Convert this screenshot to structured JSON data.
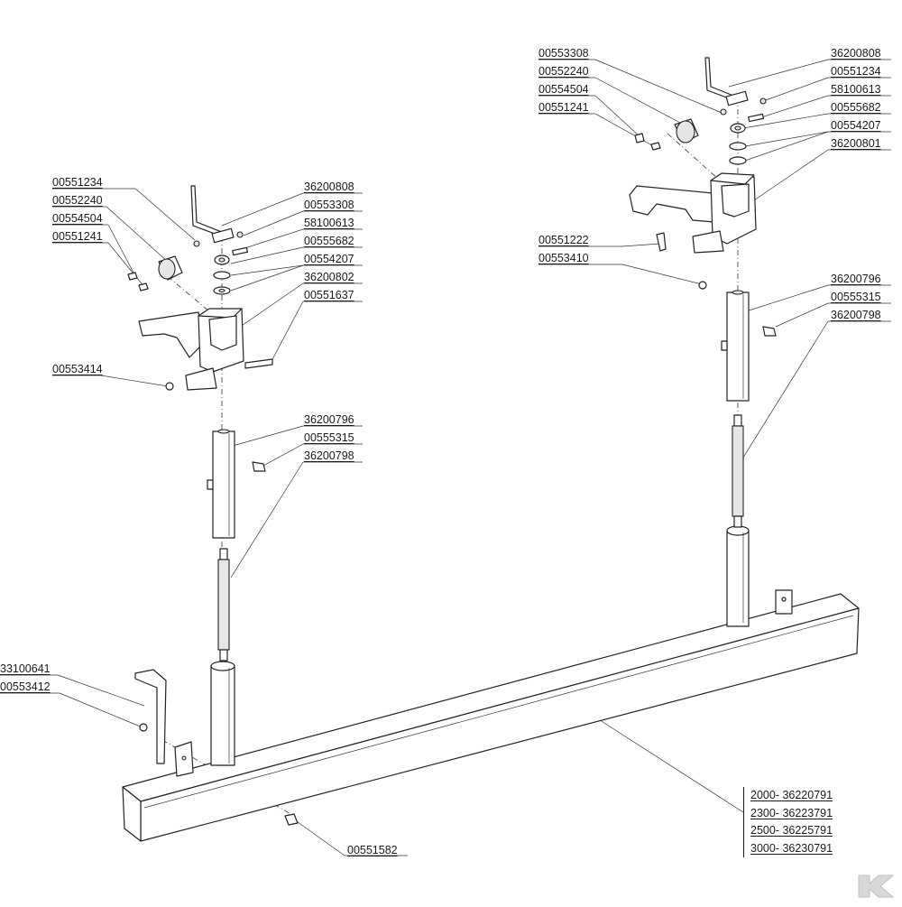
{
  "left_assembly_labels": {
    "l1": "00551234",
    "l2": "00552240",
    "l3": "00554504",
    "l4": "00551241",
    "l5": "00553414",
    "r1": "36200808",
    "r2": "00553308",
    "r3": "58100613",
    "r4": "00555682",
    "r5": "00554207",
    "r6": "36200802",
    "r7": "00551637",
    "r8": "36200796",
    "r9": "00555315",
    "r10": "36200798"
  },
  "right_assembly_labels": {
    "l1": "00553308",
    "l2": "00552240",
    "l3": "00554504",
    "l4": "00551241",
    "l5": "00551222",
    "l6": "00553410",
    "r1": "36200808",
    "r2": "00551234",
    "r3": "58100613",
    "r4": "00555682",
    "r5": "00554207",
    "r6": "36200801",
    "r7": "36200796",
    "r8": "00555315",
    "r9": "36200798"
  },
  "bracket_labels": {
    "a": "33100641",
    "b": "00553412",
    "c": "00551582"
  },
  "beam_sizes": [
    "2000- 36220791",
    "2300- 36223791",
    "2500- 36225791",
    "3000- 36230791"
  ]
}
